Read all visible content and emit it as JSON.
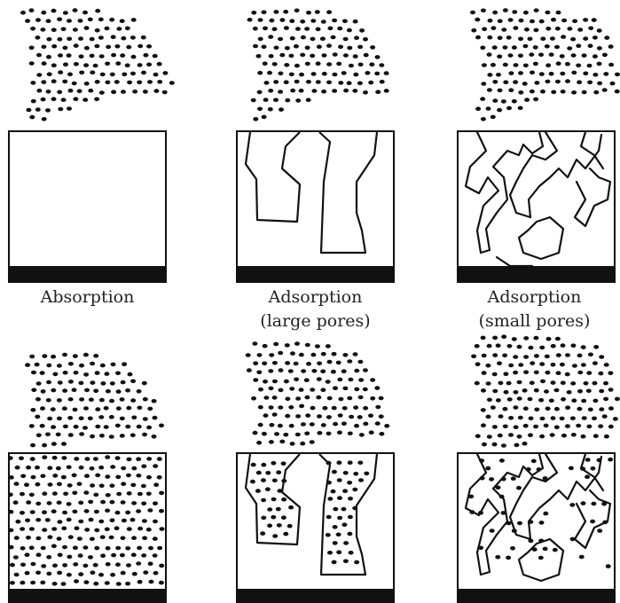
{
  "captions": {
    "absorption": {
      "line1": "Absorption"
    },
    "adsorption_large": {
      "line1": "Adsorption",
      "line2": "(large pores)"
    },
    "adsorption_small": {
      "line1": "Adsorption",
      "line2": "(small pores)"
    }
  },
  "colors": {
    "ink": "#111111",
    "background": "#ffffff"
  }
}
